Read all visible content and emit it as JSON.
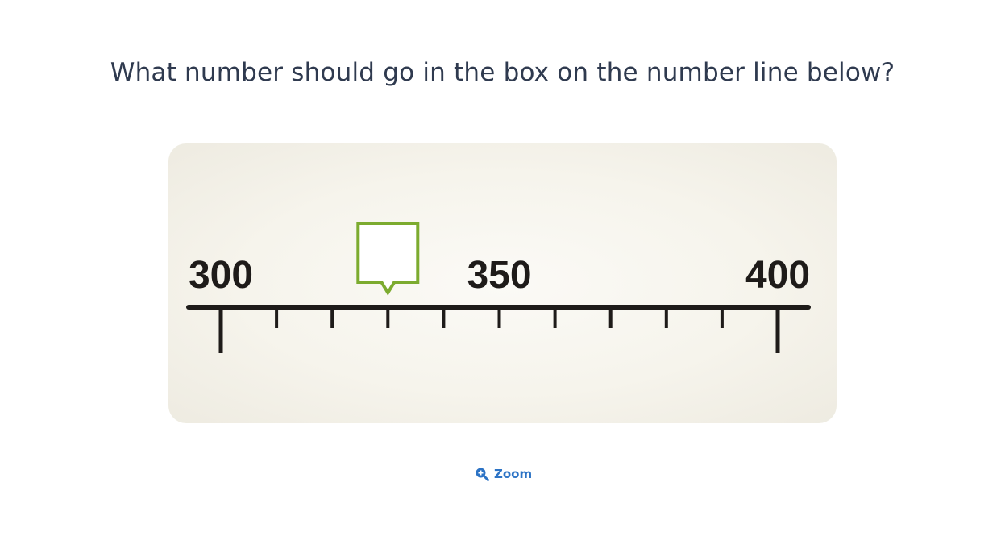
{
  "question": {
    "text": "What number should go in the box on the number line below?"
  },
  "number_line": {
    "start": 300,
    "end": 400,
    "step": 10,
    "labels": [
      {
        "value": 300,
        "text": "300"
      },
      {
        "value": 350,
        "text": "350"
      },
      {
        "value": 400,
        "text": "400"
      }
    ],
    "answer_box_value": 330,
    "answer_box_color": "#7cab2f",
    "line_color": "#1e1b19"
  },
  "zoom": {
    "label": "Zoom",
    "icon": "zoom-in-icon",
    "color": "#2c73c5"
  }
}
